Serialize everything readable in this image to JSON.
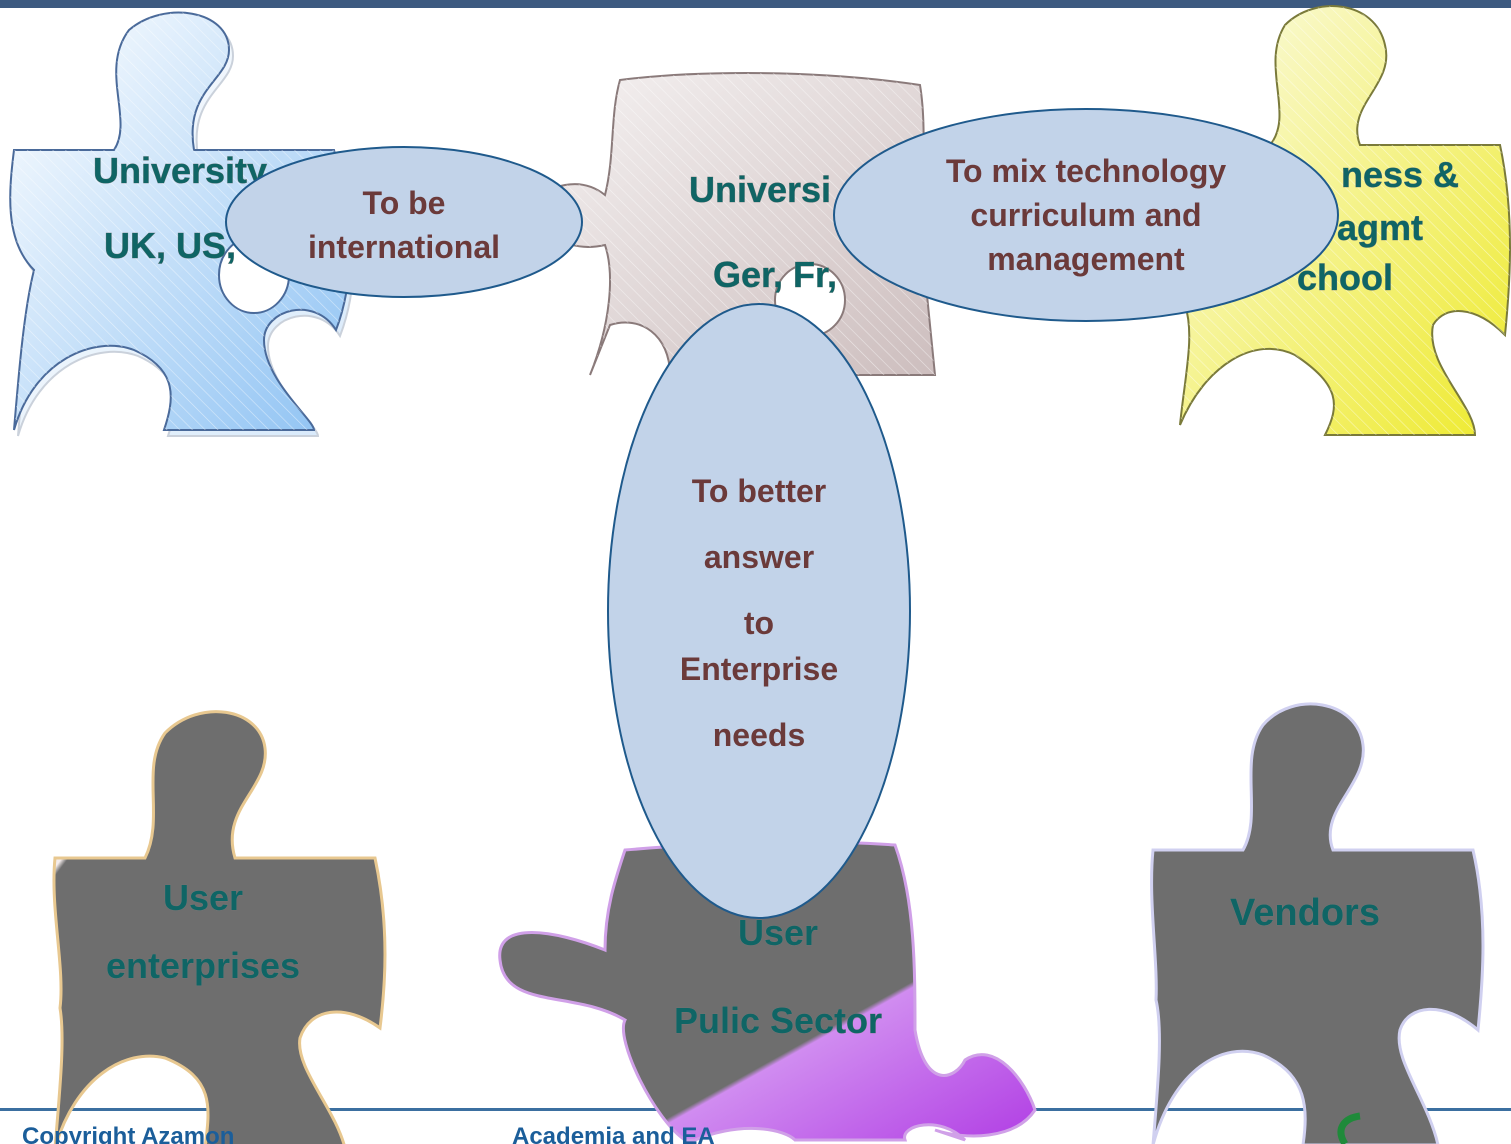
{
  "pieces": {
    "university_uk": {
      "lines": [
        "University",
        "UK, US, ..."
      ]
    },
    "university_ger": {
      "lines": [
        "Universi",
        "Ger, Fr,",
        "..."
      ]
    },
    "business_school": {
      "lines": [
        "ness &",
        "agmt",
        "chool"
      ]
    },
    "user_enterprises": {
      "lines": [
        "User",
        "enterprises"
      ]
    },
    "user_public": {
      "lines": [
        "User",
        "Pulic Sector"
      ]
    },
    "vendors": {
      "lines": [
        "Vendors"
      ]
    }
  },
  "bubbles": {
    "international": {
      "lines": [
        "To be",
        "international"
      ]
    },
    "mix": {
      "lines": [
        "To mix technology",
        "curriculum and",
        "management"
      ]
    },
    "enterprise": {
      "lines": [
        "To better",
        "answer",
        "to",
        "Enterprise",
        "needs"
      ]
    }
  },
  "footer": {
    "left": "Copyright Azamon",
    "center": "Academia and EA"
  },
  "colors": {
    "top_bar": "#3d5a80",
    "footer_line": "#3b6fa0",
    "bubble_fill": "#c2d3e9",
    "bubble_stroke": "#1f5a8c",
    "piece_text": "#0f6565",
    "bubble_text": "#6b3a3a",
    "dark_piece": "#6e6e6e",
    "blue_piece": "#8ec2f3",
    "rose_piece": "#d8cccc",
    "yellow_piece": "#f0ec3c",
    "purple_piece": "#c44ee8",
    "orange_piece": "#e8aa3e",
    "logo_green": "#1f8a3a"
  }
}
